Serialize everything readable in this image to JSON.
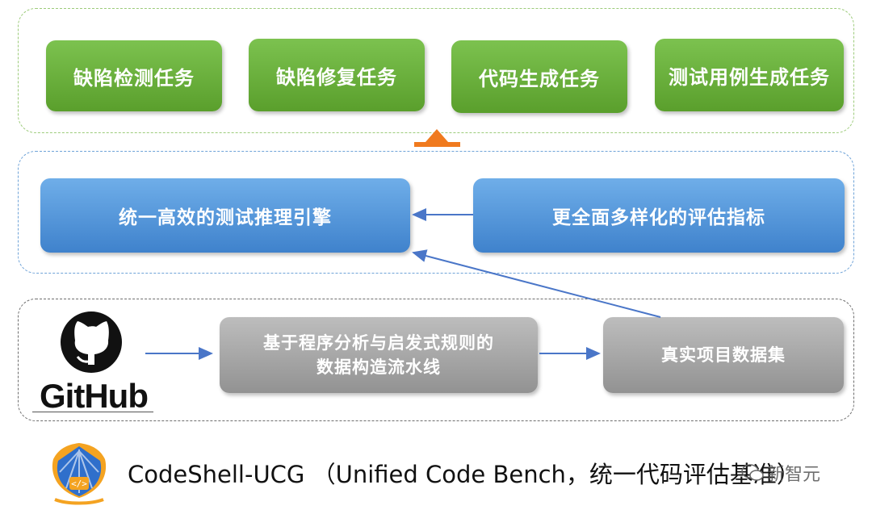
{
  "tasks": {
    "defect_detection": "缺陷检测任务",
    "defect_repair": "缺陷修复任务",
    "code_generation": "代码生成任务",
    "test_case_generation": "测试用例生成任务"
  },
  "middle": {
    "engine": "统一高效的测试推理引擎",
    "metrics": "更全面多样化的评估指标"
  },
  "bottom": {
    "pipeline_line1": "基于程序分析与启发式规则的",
    "pipeline_line2": "数据构造流水线",
    "dataset": "真实项目数据集",
    "github_label": "GitHub"
  },
  "footer": {
    "title": "CodeShell-UCG （Unified Code Bench，统一代码评估基准）",
    "watermark": "新智元"
  },
  "colors": {
    "green": "#6ab13b",
    "blue": "#4f93da",
    "gray": "#a6a6a6",
    "orange_arrow": "#f07a1e",
    "connector": "#4a76c8"
  }
}
